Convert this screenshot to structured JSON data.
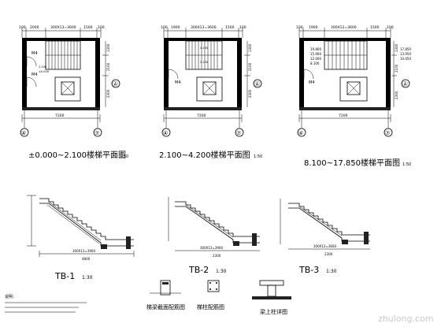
{
  "plans": [
    {
      "title": "±0.000~2.100楼梯平面图",
      "scale": "1:50",
      "top_dims": [
        "100",
        "2000",
        "300X13=3600",
        "1500",
        "100"
      ],
      "bottom_dim": "7200",
      "right_dims": [
        "1300",
        "2100",
        "2300"
      ],
      "axis_left": "④",
      "axis_right": "⑦",
      "axis_side": "Ⓐ",
      "room_labels": [
        "M4",
        "M4"
      ],
      "levels": [
        "2.100",
        "±0.000"
      ]
    },
    {
      "title": "2.100~4.200楼梯平面图",
      "scale": "1:50",
      "top_dims": [
        "100",
        "1900",
        "300X13=3600",
        "1500",
        "100"
      ],
      "bottom_dim": "7200",
      "right_dims": [
        "1300",
        "2100",
        "2300"
      ],
      "axis_left": "④",
      "axis_right": "⑦",
      "axis_side": "Ⓐ",
      "room_labels": [
        "M4"
      ],
      "levels": [
        "4.200",
        "2.100"
      ]
    },
    {
      "title": "8.100~17.850楼梯平面图",
      "scale": "1:50",
      "top_dims": [
        "100",
        "1900",
        "300X12=3600",
        "1500",
        "100"
      ],
      "bottom_dim": "7200",
      "right_dims": [
        "1300",
        "2100",
        "2300"
      ],
      "axis_left": "④",
      "axis_right": "⑦",
      "axis_side": "Ⓐ",
      "room_labels": [
        "M4"
      ],
      "levels": [
        "19.800",
        "15.900",
        "12.000",
        "8.100",
        "17.850",
        "13.950",
        "10.050"
      ]
    }
  ],
  "sections": [
    {
      "title": "TB-1",
      "scale": "1:30",
      "bottom_dim": "300X13=3900",
      "span": "4800"
    },
    {
      "title": "TB-2",
      "scale": "1:30",
      "bottom_dim": "300X13=3900",
      "span": "2300"
    },
    {
      "title": "TB-3",
      "scale": "1:30",
      "bottom_dim": "300X12=3600",
      "span": "2300"
    }
  ],
  "details": [
    {
      "title": "梯梁截面配筋图"
    },
    {
      "title": "梯柱配筋图"
    },
    {
      "title": "梁上柱详图"
    }
  ],
  "notes": {
    "heading": "说明："
  },
  "watermark": {
    "text": "zhulong.com"
  }
}
